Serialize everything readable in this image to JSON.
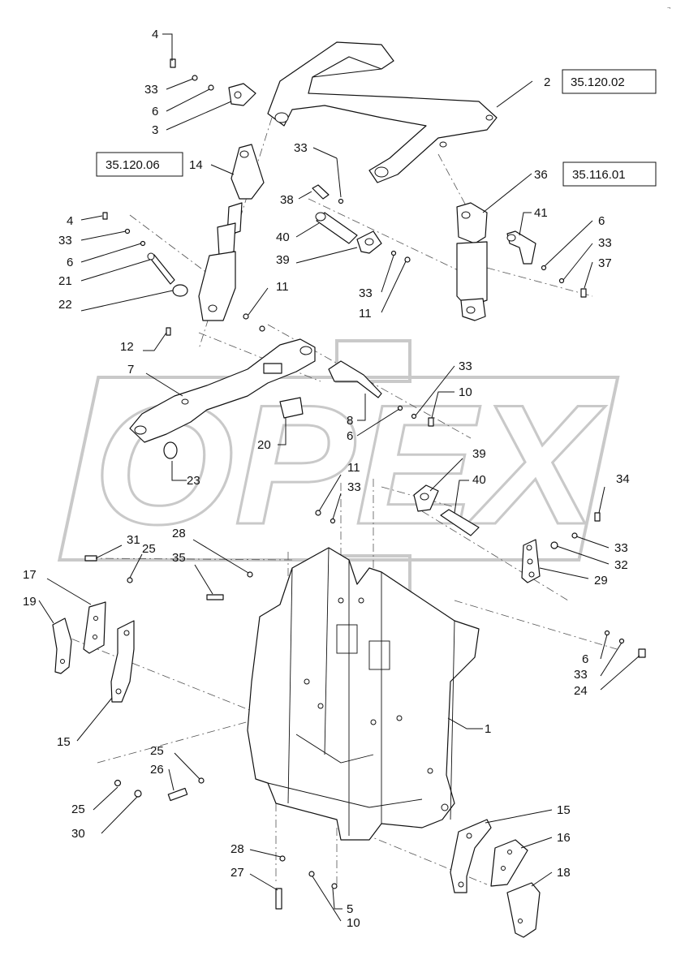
{
  "watermark": {
    "text": "OPEX"
  },
  "corner_code": "¬",
  "references": [
    {
      "id": "ref-35-120-02",
      "text": "35.120.02"
    },
    {
      "id": "ref-35-120-06",
      "text": "35.120.06"
    },
    {
      "id": "ref-35-116-01",
      "text": "35.116.01"
    }
  ],
  "callouts": [
    "4",
    "33",
    "6",
    "3",
    "2",
    "14",
    "33",
    "38",
    "36",
    "41",
    "4",
    "33",
    "6",
    "21",
    "22",
    "40",
    "39",
    "6",
    "33",
    "37",
    "33",
    "11",
    "11",
    "12",
    "7",
    "33",
    "10",
    "8",
    "6",
    "20",
    "23",
    "39",
    "11",
    "33",
    "40",
    "34",
    "28",
    "31",
    "25",
    "33",
    "32",
    "35",
    "29",
    "17",
    "19",
    "6",
    "33",
    "24",
    "1",
    "15",
    "25",
    "26",
    "25",
    "30",
    "15",
    "16",
    "28",
    "27",
    "5",
    "10",
    "18"
  ]
}
